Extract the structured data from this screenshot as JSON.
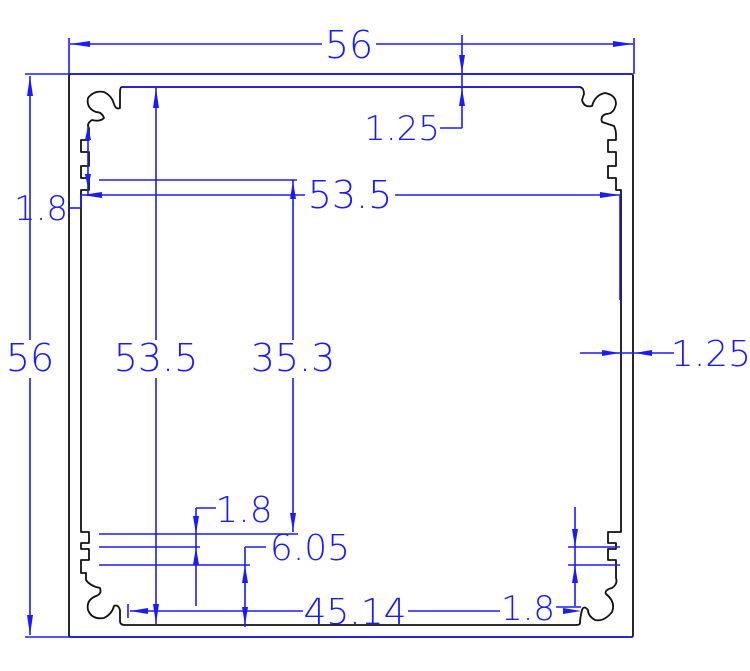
{
  "drawing": {
    "title": "Aluminum enclosure profile cross-section",
    "colors": {
      "dimension": "#1a1aff",
      "outline": "#111111",
      "background": "#ffffff"
    },
    "dimensions": {
      "outer_width": "56",
      "outer_height": "56",
      "top_wall_thickness": "1.25",
      "side_rail_offset": "1.8",
      "inner_width": "53.5",
      "inner_height": "53.5",
      "slot_to_slot_height": "35.3",
      "right_wall_thickness": "1.25",
      "slot_width_left": "1.8",
      "slot_offset_bottom": "6.05",
      "bottom_inner_width": "45.14",
      "slot_width_right": "1.8"
    }
  }
}
